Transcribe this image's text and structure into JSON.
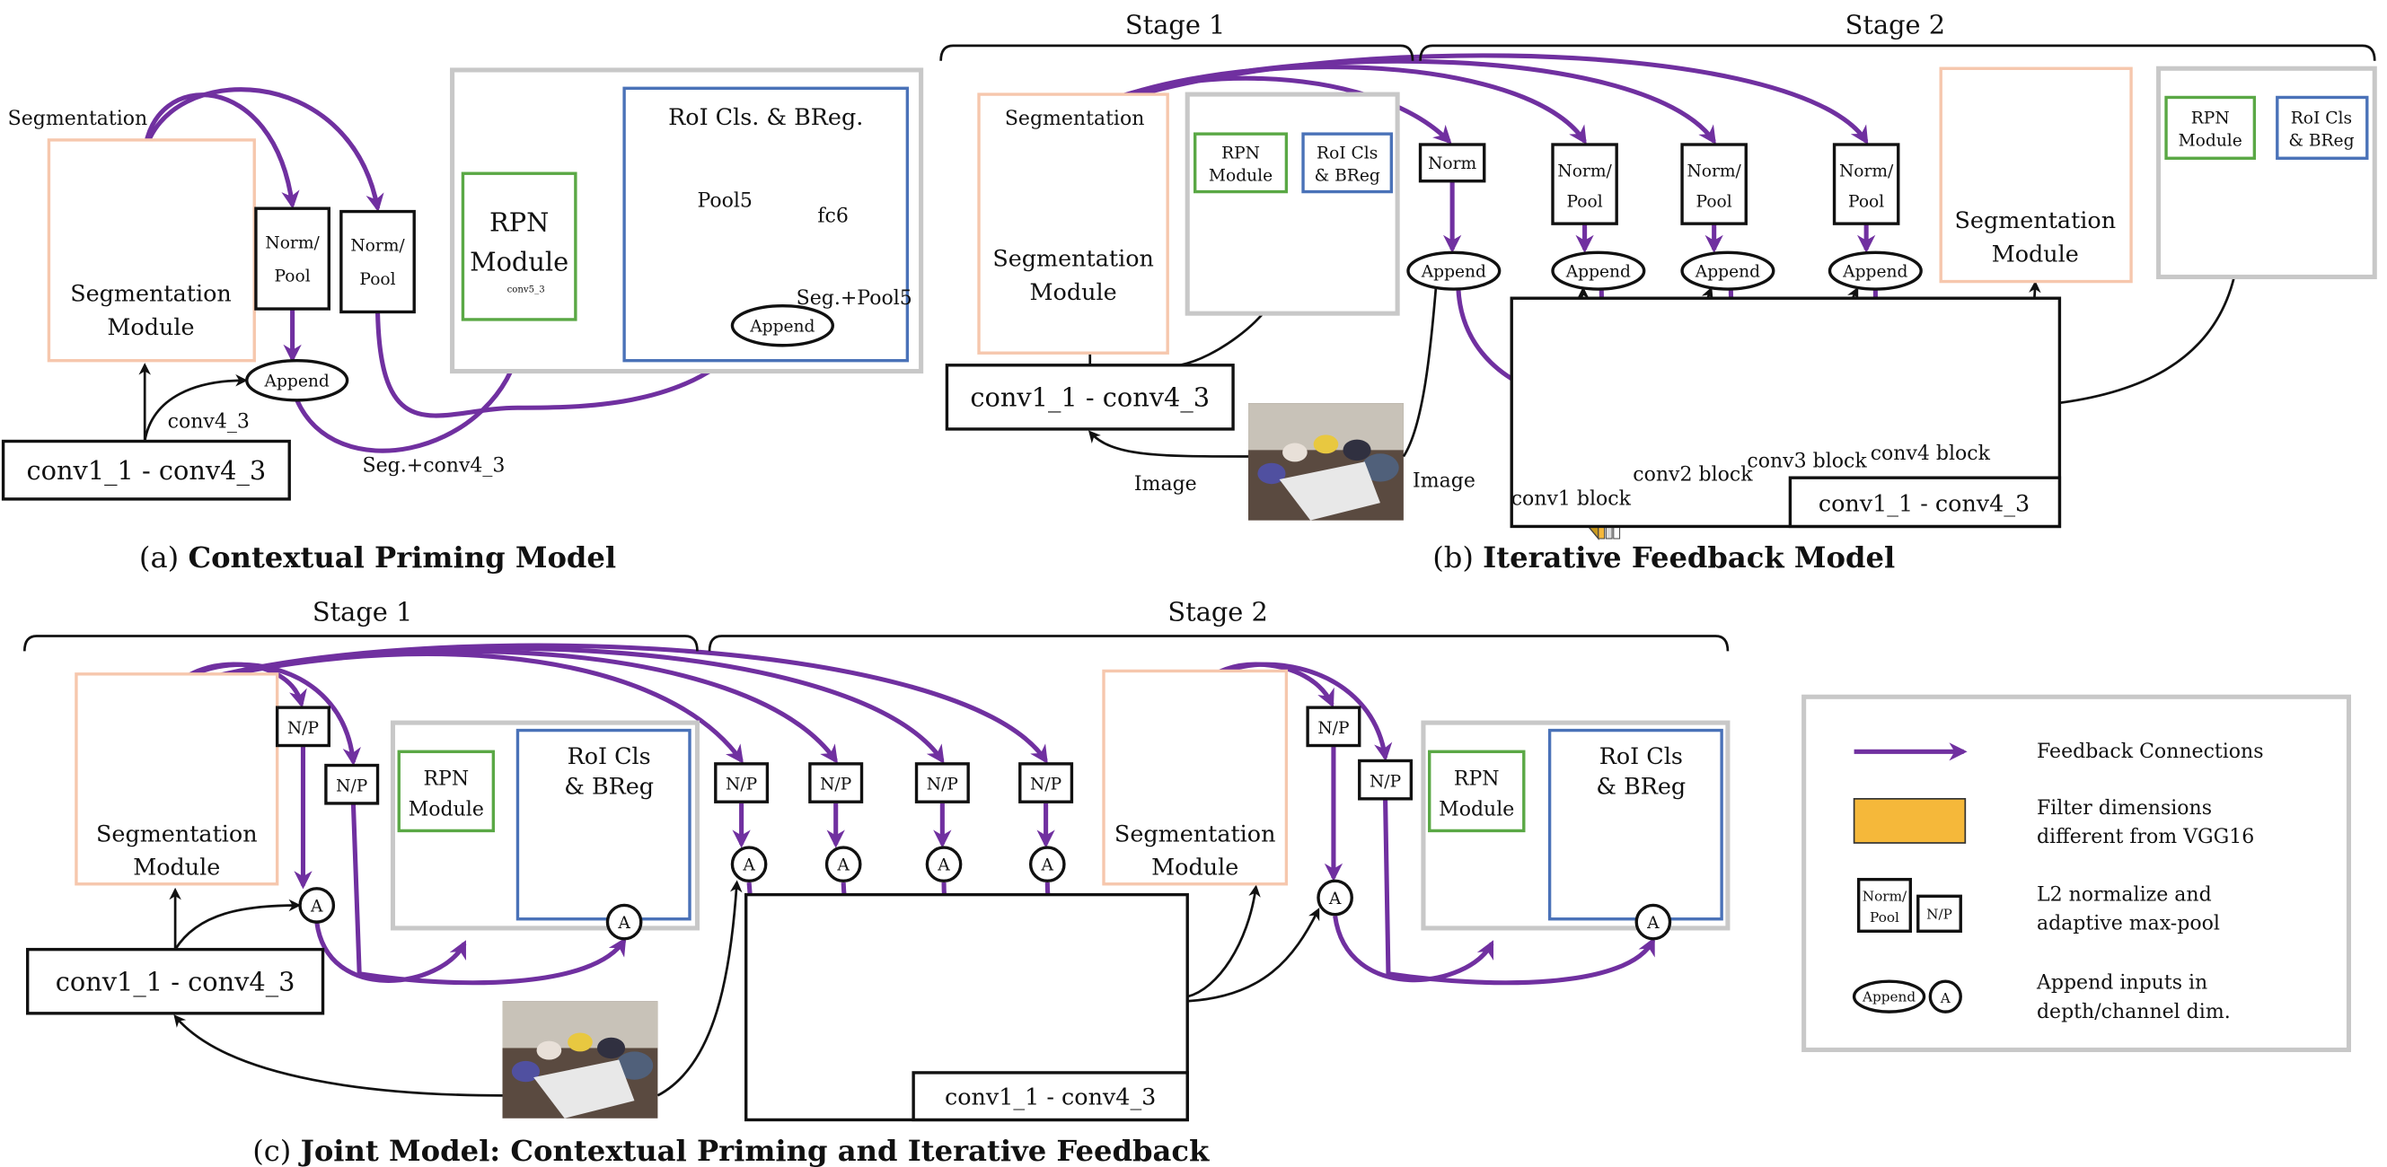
{
  "colors": {
    "feedback": "#7030a0",
    "filter_changed": "#f5b83a",
    "seg_border": "#f6c7ad",
    "rpn_border": "#5aa845",
    "roi_border": "#4a72b8",
    "container_border": "#c8c8c8"
  },
  "a": {
    "caption_prefix": "(a) ",
    "caption_title": "Contextual Priming Model",
    "segmentation": "Segmentation",
    "seg_module_1": "Segmentation",
    "seg_module_2": "Module",
    "norm": "Norm/",
    "pool": "Pool",
    "append": "Append",
    "conv_box": "conv1_1 - conv4_3",
    "conv4_3": "conv4_3",
    "seg_conv": "Seg.+conv4_3",
    "rpn_1": "RPN",
    "rpn_2": "Module",
    "roi": "RoI Cls. & BReg.",
    "pool5": "Pool5",
    "fc6": "fc6",
    "seg_pool5": "Seg.+Pool5",
    "conv5_3": "conv5_3"
  },
  "b": {
    "caption_prefix": "(b) ",
    "caption_title": "Iterative Feedback Model",
    "stage1": "Stage 1",
    "stage2": "Stage 2",
    "segmentation": "Segmentation",
    "seg_module_1": "Segmentation",
    "seg_module_2": "Module",
    "rpn_1": "RPN",
    "rpn_2": "Module",
    "roi_1": "RoI Cls",
    "roi_2": "& BReg",
    "norm_only": "Norm",
    "norm": "Norm/",
    "pool": "Pool",
    "append": "Append",
    "conv_box": "conv1_1 - conv4_3",
    "image": "Image",
    "blocks": [
      "conv1 block",
      "conv2 block",
      "conv3 block",
      "conv4 block"
    ]
  },
  "c": {
    "caption_prefix": "(c) ",
    "caption_title": "Joint Model: Contextual Priming and Iterative Feedback",
    "stage1": "Stage 1",
    "stage2": "Stage 2",
    "seg_module_1": "Segmentation",
    "seg_module_2": "Module",
    "np": "N/P",
    "a": "A",
    "rpn_1": "RPN",
    "rpn_2": "Module",
    "roi_1": "RoI Cls",
    "roi_2": "& BReg",
    "conv_box": "conv1_1 - conv4_3"
  },
  "legend": {
    "feedback": "Feedback Connections",
    "filter_1": "Filter dimensions",
    "filter_2": "different from VGG16",
    "norm_1": "L2 normalize and",
    "norm_2": "adaptive max-pool",
    "append_1": "Append inputs in",
    "append_2": "depth/channel dim.",
    "norm_icon_1": "Norm/",
    "norm_icon_2": "Pool",
    "np_icon": "N/P",
    "append_icon": "Append",
    "a_icon": "A"
  }
}
